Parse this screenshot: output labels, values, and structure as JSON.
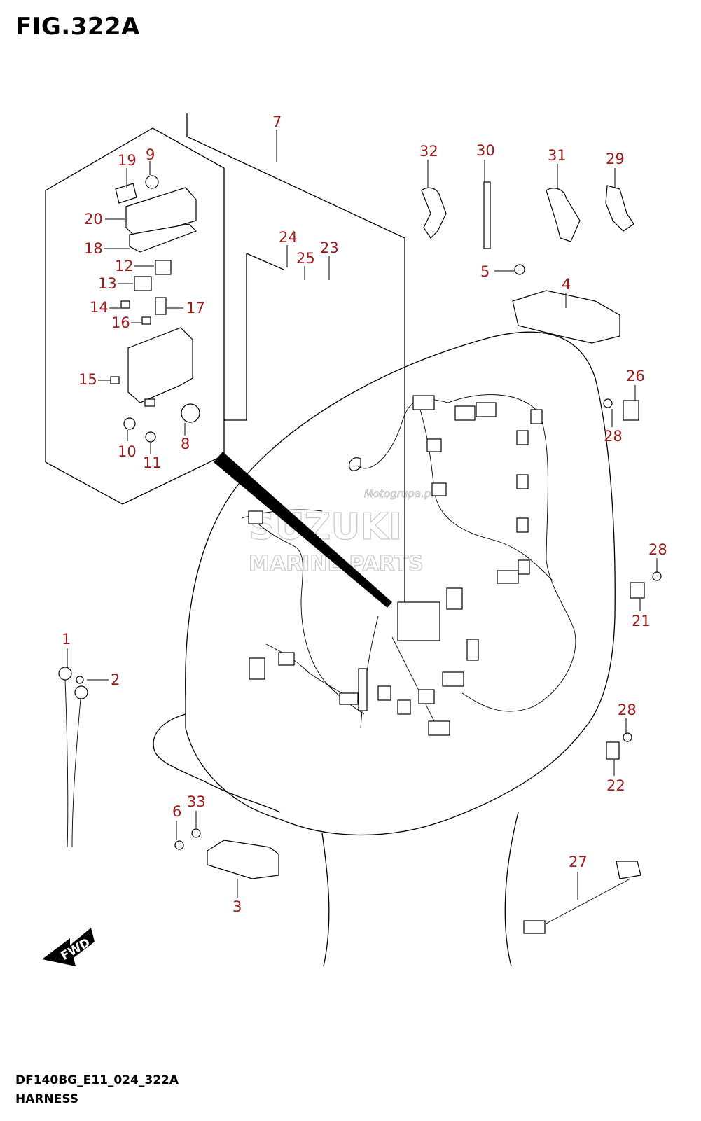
{
  "figure": {
    "title": "FIG.322A",
    "model_code": "DF140BG_E11_024_322A",
    "section_name": "HARNESS"
  },
  "watermark": {
    "brand": "SUZUKI",
    "subtitle": "MARINE PARTS",
    "site": "Motogrupa.pl"
  },
  "direction_marker": {
    "label": "FWD"
  },
  "colors": {
    "callout": "#a01818",
    "lines": "#000000",
    "watermark": "#c8c8c8"
  },
  "callouts": [
    "1",
    "2",
    "3",
    "4",
    "5",
    "6",
    "7",
    "8",
    "9",
    "10",
    "11",
    "12",
    "13",
    "14",
    "15",
    "16",
    "17",
    "18",
    "19",
    "20",
    "21",
    "22",
    "23",
    "24",
    "25",
    "26",
    "27",
    "28",
    "28",
    "28",
    "29",
    "30",
    "31",
    "32",
    "33"
  ]
}
